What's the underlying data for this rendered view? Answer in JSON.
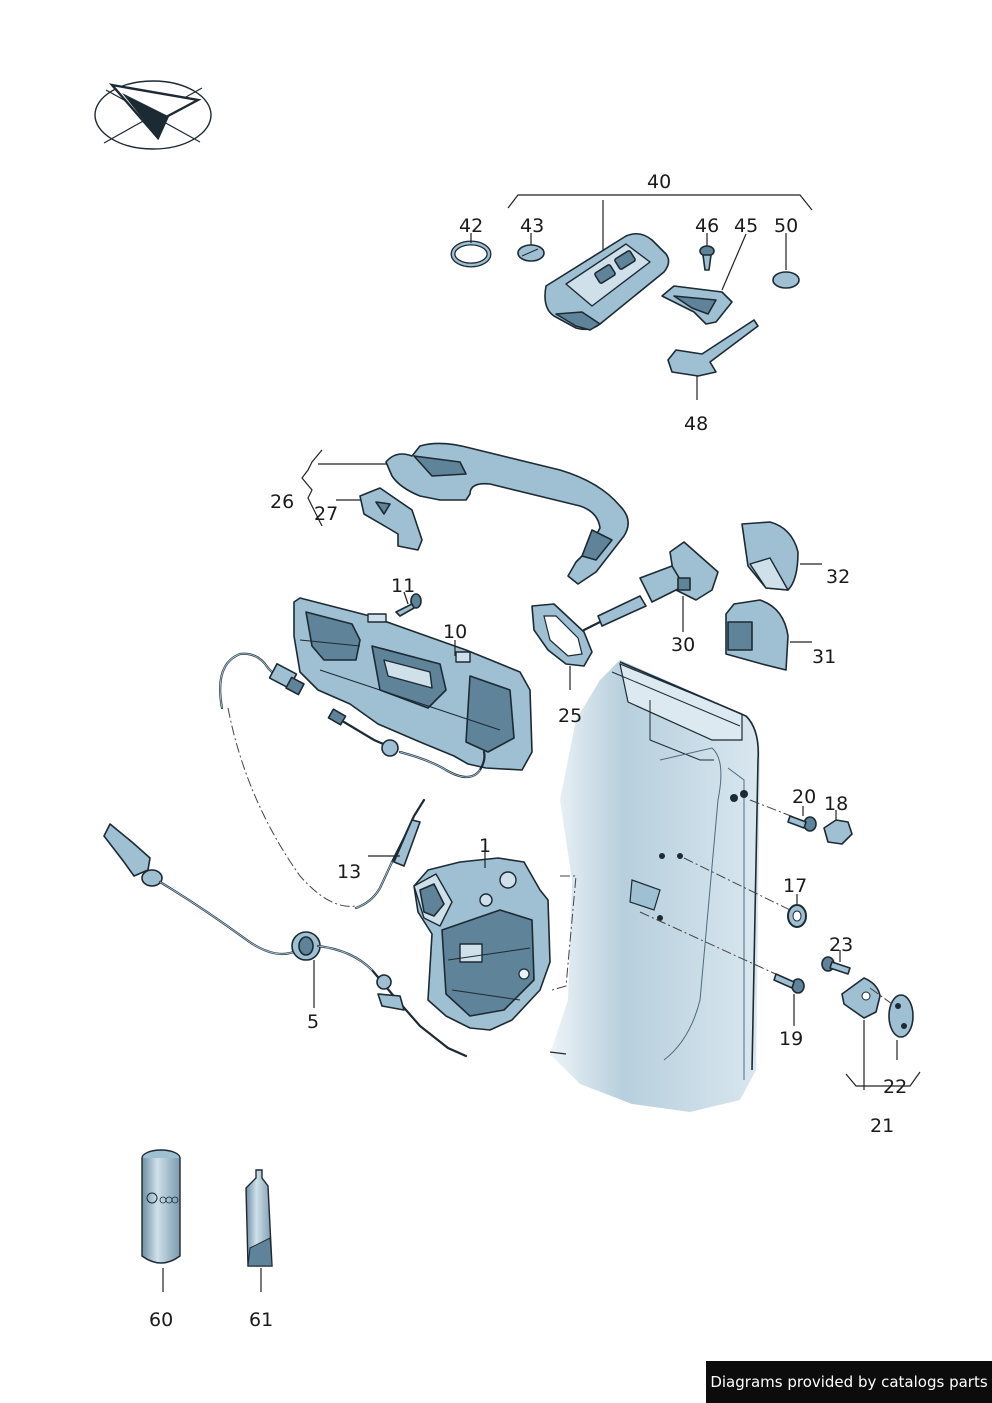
{
  "diagram": {
    "callouts": [
      {
        "key": "c40",
        "text": "40"
      },
      {
        "key": "c42",
        "text": "42"
      },
      {
        "key": "c43",
        "text": "43"
      },
      {
        "key": "c46",
        "text": "46"
      },
      {
        "key": "c45",
        "text": "45"
      },
      {
        "key": "c50",
        "text": "50"
      },
      {
        "key": "c48",
        "text": "48"
      },
      {
        "key": "c26",
        "text": "26"
      },
      {
        "key": "c27",
        "text": "27"
      },
      {
        "key": "c11",
        "text": "11"
      },
      {
        "key": "c10",
        "text": "10"
      },
      {
        "key": "c30",
        "text": "30"
      },
      {
        "key": "c32",
        "text": "32"
      },
      {
        "key": "c31",
        "text": "31"
      },
      {
        "key": "c25",
        "text": "25"
      },
      {
        "key": "c20",
        "text": "20"
      },
      {
        "key": "c18",
        "text": "18"
      },
      {
        "key": "c1",
        "text": "1"
      },
      {
        "key": "c13",
        "text": "13"
      },
      {
        "key": "c17",
        "text": "17"
      },
      {
        "key": "c23",
        "text": "23"
      },
      {
        "key": "c5",
        "text": "5"
      },
      {
        "key": "c19",
        "text": "19"
      },
      {
        "key": "c22",
        "text": "22"
      },
      {
        "key": "c21",
        "text": "21"
      },
      {
        "key": "c60",
        "text": "60"
      },
      {
        "key": "c61",
        "text": "61"
      }
    ]
  },
  "watermark": {
    "text": "Diagrams provided by catalogs parts",
    "background": "#0c0c0c",
    "color": "#ffffff"
  },
  "icons": {
    "orientation": "direction-arrow-icon"
  },
  "colors": {
    "part": "#9fbfd2",
    "part_dark": "#5f8398",
    "outline": "#1c2a33"
  }
}
